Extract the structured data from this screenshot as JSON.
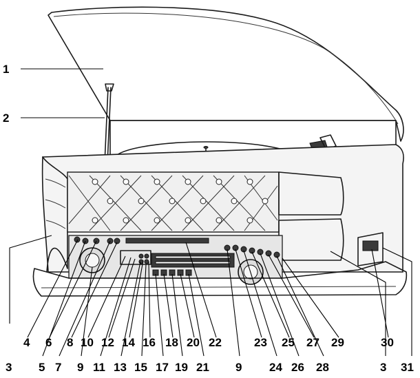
{
  "diagram": {
    "callouts_left": [
      "1",
      "2",
      "3"
    ],
    "row_upper": [
      "4",
      "6",
      "8",
      "10",
      "12",
      "14",
      "16",
      "18",
      "20",
      "22",
      "23",
      "25",
      "27",
      "29",
      "30"
    ],
    "row_lower": [
      "5",
      "7",
      "9",
      "11",
      "13",
      "15",
      "17",
      "19",
      "21",
      "9",
      "24",
      "26",
      "28",
      "3",
      "31"
    ]
  }
}
